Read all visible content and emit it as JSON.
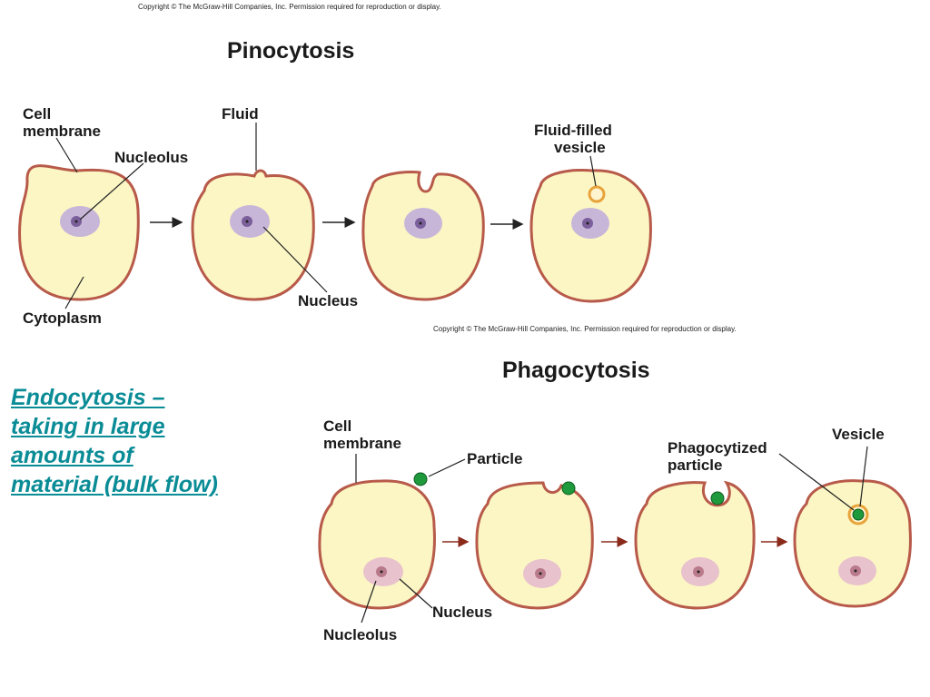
{
  "copyright": "Copyright © The McGraw-Hill Companies, Inc. Permission required for reproduction or display.",
  "pinocytosis": {
    "title": "Pinocytosis",
    "labels": {
      "cell_membrane_1": "Cell",
      "cell_membrane_2": "membrane",
      "nucleolus": "Nucleolus",
      "fluid": "Fluid",
      "fluid_vesicle_1": "Fluid-filled",
      "fluid_vesicle_2": "vesicle",
      "nucleus": "Nucleus",
      "cytoplasm": "Cytoplasm"
    }
  },
  "phagocytosis": {
    "title": "Phagocytosis",
    "labels": {
      "cell_membrane_1": "Cell",
      "cell_membrane_2": "membrane",
      "particle": "Particle",
      "phago_particle_1": "Phagocytized",
      "phago_particle_2": "particle",
      "vesicle": "Vesicle",
      "nucleus": "Nucleus",
      "nucleolus": "Nucleolus"
    }
  },
  "endocytosis": {
    "lines": [
      "Endocytosis –",
      "taking in large",
      "amounts of",
      "material (bulk flow)"
    ]
  },
  "colors": {
    "cytoplasm": "#fbf6c4",
    "membrane": "#b85a4a",
    "nucleus_purple": "#c8b6d9",
    "nucleolus_purple": "#7a5f9a",
    "nucleus_pink": "#e8c2cc",
    "nucleolus_pink": "#b97a8c",
    "particle": "#1e9a3c",
    "vesicle_ring": "#e8a33a",
    "accent": "#0a8c96"
  }
}
